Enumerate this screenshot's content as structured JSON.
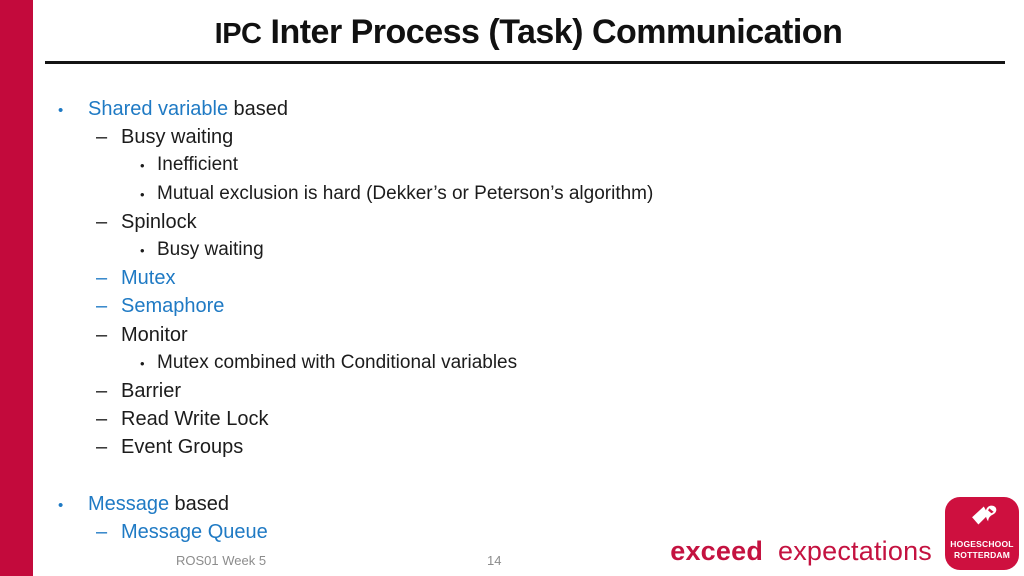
{
  "slide": {
    "title_prefix": "IPC",
    "title_rest": "Inter Process (Task) Communication"
  },
  "markers": {
    "bullet": "•",
    "dash": "–"
  },
  "colors": {
    "brand_red": "#C30A3C",
    "logo_red": "#CE103F",
    "accent_blue": "#1F7AC4",
    "title_black": "#111111",
    "footer_gray": "#8C8C8C",
    "tagline_red": "#C41240"
  },
  "content": {
    "lines": [
      {
        "level": 1,
        "marker": "bullet",
        "segments": [
          {
            "text": "Shared variable",
            "color": "blue"
          },
          {
            "text": "based",
            "color": "black"
          }
        ]
      },
      {
        "level": 2,
        "marker": "dash",
        "segments": [
          {
            "text": "Busy waiting",
            "color": "black"
          }
        ]
      },
      {
        "level": 3,
        "marker": "bullet",
        "segments": [
          {
            "text": "Inefficient",
            "color": "black"
          }
        ]
      },
      {
        "level": 3,
        "marker": "bullet",
        "segments": [
          {
            "text": "Mutual exclusion is hard (Dekker’s or Peterson’s algorithm)",
            "color": "black"
          }
        ]
      },
      {
        "level": 2,
        "marker": "dash",
        "segments": [
          {
            "text": "Spinlock",
            "color": "black"
          }
        ]
      },
      {
        "level": 3,
        "marker": "bullet",
        "segments": [
          {
            "text": "Busy waiting",
            "color": "black"
          }
        ]
      },
      {
        "level": 2,
        "marker": "dash",
        "segments": [
          {
            "text": "Mutex",
            "color": "blue"
          }
        ]
      },
      {
        "level": 2,
        "marker": "dash",
        "segments": [
          {
            "text": "Semaphore",
            "color": "blue"
          }
        ]
      },
      {
        "level": 2,
        "marker": "dash",
        "segments": [
          {
            "text": "Monitor",
            "color": "black"
          }
        ]
      },
      {
        "level": 3,
        "marker": "bullet",
        "segments": [
          {
            "text": "Mutex combined with Conditional variables",
            "color": "black"
          }
        ]
      },
      {
        "level": 2,
        "marker": "dash",
        "segments": [
          {
            "text": "Barrier",
            "color": "black"
          }
        ]
      },
      {
        "level": 2,
        "marker": "dash",
        "segments": [
          {
            "text": "Read Write Lock",
            "color": "black"
          }
        ]
      },
      {
        "level": 2,
        "marker": "dash",
        "segments": [
          {
            "text": "Event Groups",
            "color": "black"
          }
        ]
      },
      {
        "level": 1,
        "marker": "bullet",
        "segments": [
          {
            "text": "Message",
            "color": "blue"
          },
          {
            "text": "based",
            "color": "black"
          }
        ]
      },
      {
        "level": 2,
        "marker": "dash",
        "segments": [
          {
            "text": "Message Queue",
            "color": "blue"
          }
        ]
      }
    ]
  },
  "footer": {
    "course_code": "ROS01 Week 5",
    "page_number": "14",
    "tagline": {
      "bold": "exceed",
      "regular": "expectations"
    },
    "logo": {
      "line1": "HOGESCHOOL",
      "line2": "ROTTERDAM"
    }
  }
}
